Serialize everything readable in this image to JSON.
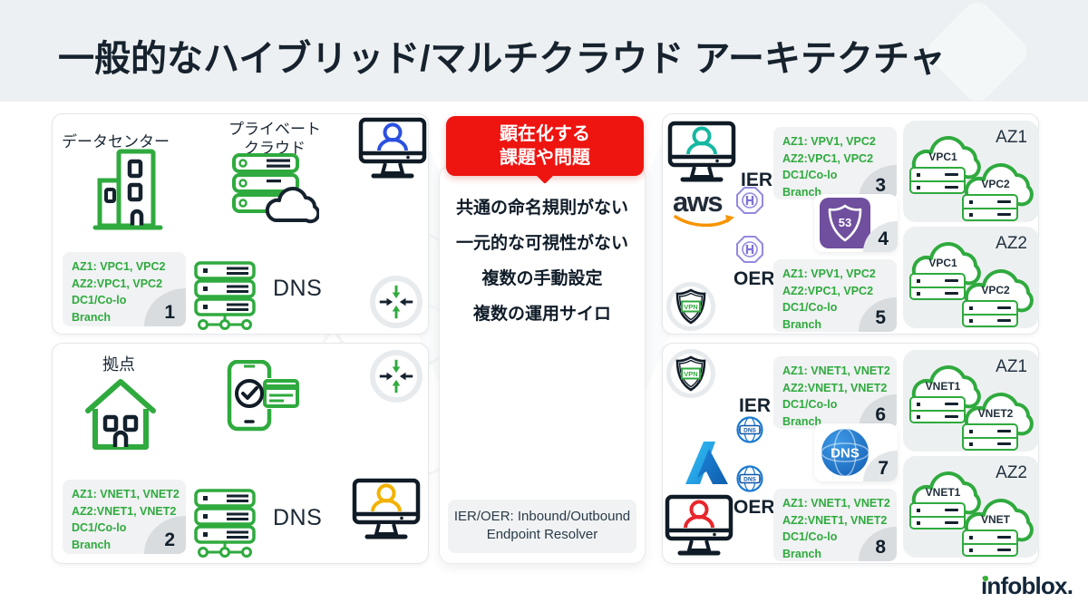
{
  "title": "一般的なハイブリッド/マルチクラウド アーキテクチャ",
  "colors": {
    "accent_green": "#2faa3e",
    "alert_red": "#ee1410",
    "navy_text": "#15222e",
    "aws_orange": "#f79400",
    "route53_purple": "#6f4f9e",
    "resolver_purple": "#938ade",
    "azure_blue": "#1b79d0"
  },
  "datacenter_panel": {
    "datacenter_label": "データセンター",
    "private_cloud_label_line1": "プライベート",
    "private_cloud_label_line2": "クラウド",
    "dns_label": "DNS",
    "info_box": {
      "line1": "AZ1: VPC1, VPC2",
      "line2": "AZ2:VPC1, VPC2",
      "line3": "DC1/Co-lo",
      "line4": "Branch",
      "number": "1"
    }
  },
  "branch_panel": {
    "branch_label": "拠点",
    "dns_label": "DNS",
    "info_box": {
      "line1": "AZ1: VNET1, VNET2",
      "line2": "AZ2:VNET1, VNET2",
      "line3": "DC1/Co-lo",
      "line4": "Branch",
      "number": "2"
    }
  },
  "issues_panel": {
    "badge_line1": "顕在化する",
    "badge_line2": "課題や問題",
    "items": [
      "共通の命名規則がない",
      "一元的な可視性がない",
      "複数の手動設定",
      "複数の運用サイロ"
    ],
    "footnote_line1": "IER/OER: Inbound/Outbound",
    "footnote_line2": "Endpoint Resolver"
  },
  "aws_panel": {
    "aws_logo_text": "aws",
    "ier_label": "IER",
    "oer_label": "OER",
    "vpn_label": "VPN",
    "route53_label": "53",
    "route53_number": "4",
    "info_box_3": {
      "line1": "AZ1: VPV1, VPC2",
      "line2": "AZ2:VPC1, VPC2",
      "line3": "DC1/Co-lo",
      "line4": "Branch",
      "number": "3"
    },
    "info_box_5": {
      "line1": "AZ1: VPV1, VPC2",
      "line2": "AZ2:VPC1, VPC2",
      "line3": "DC1/Co-lo",
      "line4": "Branch",
      "number": "5"
    },
    "az1": {
      "label": "AZ1",
      "cloud1": "VPC1",
      "cloud2": "VPC2"
    },
    "az2": {
      "label": "AZ2",
      "cloud1": "VPC1",
      "cloud2": "VPC2"
    }
  },
  "azure_panel": {
    "ier_label": "IER",
    "oer_label": "OER",
    "vpn_label": "VPN",
    "dns_small_label": "DNS",
    "dns_large_label": "DNS",
    "dns_large_number": "7",
    "info_box_6": {
      "line1": "AZ1: VNET1, VNET2",
      "line2": "AZ2:VNET1, VNET2",
      "line3": "DC1/Co-lo",
      "line4": "Branch",
      "number": "6"
    },
    "info_box_8": {
      "line1": "AZ1: VNET1, VNET2",
      "line2": "AZ2:VNET1, VNET2",
      "line3": "DC1/Co-lo",
      "line4": "Branch",
      "number": "8"
    },
    "az1": {
      "label": "AZ1",
      "cloud1": "VNET1",
      "cloud2": "VNET2"
    },
    "az2": {
      "label": "AZ2",
      "cloud1": "VNET1",
      "cloud2": "VNET"
    }
  },
  "footer": {
    "logo_text": "infoblox."
  }
}
